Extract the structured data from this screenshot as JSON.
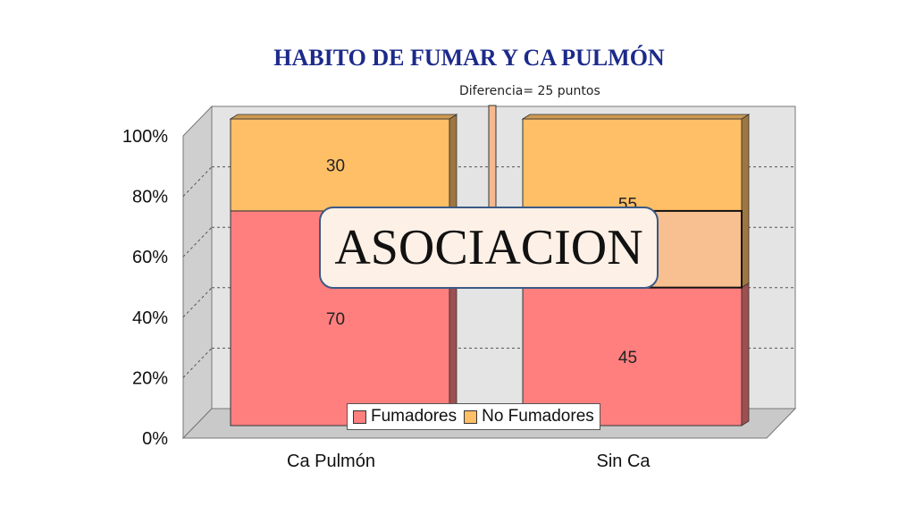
{
  "chart_data": {
    "type": "bar",
    "stacked": true,
    "percent": true,
    "title": "HABITO DE FUMAR Y CA PULMÓN",
    "annotation": "Diferencia= 25 puntos",
    "overlay_label": "ASOCIACION",
    "categories": [
      "Ca Pulmón",
      "Sin Ca"
    ],
    "series": [
      {
        "name": "Fumadores",
        "values": [
          70,
          45
        ],
        "color": "#ff7f7f"
      },
      {
        "name": "No Fumadores",
        "values": [
          30,
          55
        ],
        "color": "#ffbf66"
      }
    ],
    "y_ticks": [
      "0%",
      "20%",
      "40%",
      "60%",
      "80%",
      "100%"
    ],
    "ylim": [
      0,
      100
    ],
    "highlight": {
      "category": "Sin Ca",
      "from": 45,
      "to": 70,
      "color": "#f8c090"
    },
    "difference_marker_color": "#f6b98f",
    "legend_position": "bottom",
    "grid": true
  }
}
